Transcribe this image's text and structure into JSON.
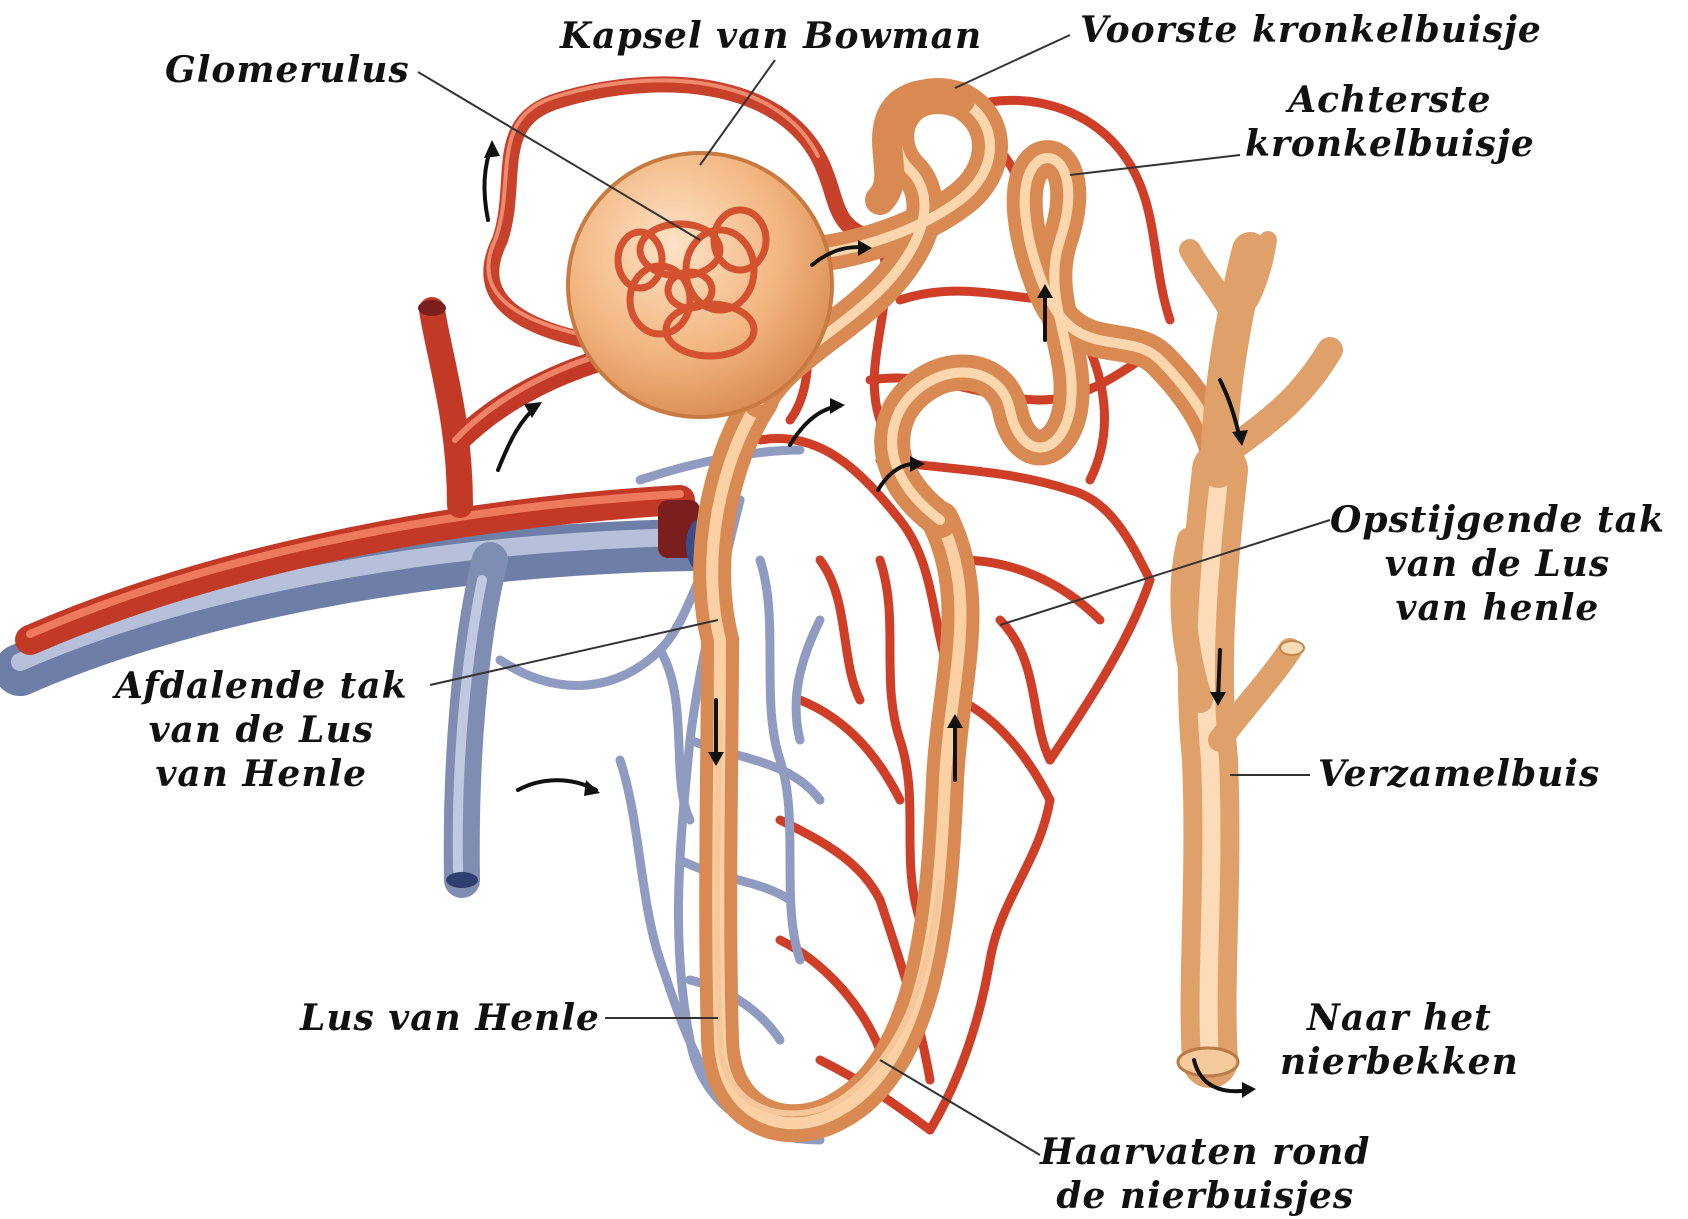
{
  "diagram": {
    "labels": {
      "glomerulus": "Glomerulus",
      "kapsel": "Kapsel van Bowman",
      "voorste": "Voorste kronkelbuisje",
      "achterste_1": "Achterste",
      "achterste_2": "kronkelbuisje",
      "opstijgende_1": "Opstijgende tak",
      "opstijgende_2": "van de Lus",
      "opstijgende_3": "van henle",
      "afdalende_1": "Afdalende tak",
      "afdalende_2": "van de Lus",
      "afdalende_3": "van Henle",
      "verzamelbuis": "Verzamelbuis",
      "lus": "Lus van Henle",
      "naar_1": "Naar het",
      "naar_2": "nierbekken",
      "haarvaten_1": "Haarvaten rond",
      "haarvaten_2": "de nierbuisjes"
    },
    "colors": {
      "artery": "#d9452f",
      "vein": "#8e9cbf",
      "tubule": "#f1b07a",
      "label_text": "#111111",
      "leader_line": "#333333"
    }
  }
}
